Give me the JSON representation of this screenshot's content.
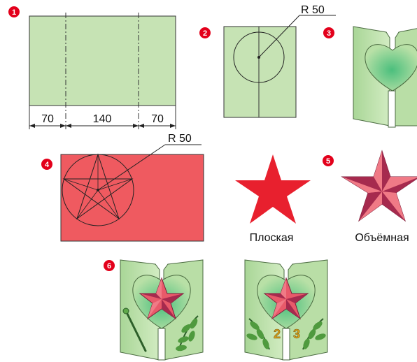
{
  "steps": [
    "1",
    "2",
    "3",
    "4",
    "5",
    "6"
  ],
  "dimensions": [
    "70",
    "140",
    "70"
  ],
  "radius_label": "R 50",
  "star_labels": {
    "flat": "Плоская",
    "volumetric": "Объёмная"
  },
  "card_numbers": [
    "2",
    "3"
  ],
  "colors": {
    "paper_green": "#c6e3b4",
    "card_red": "#ef5a60",
    "star_red": "#e8202e",
    "step_badge": "#e3001b",
    "star_dark": "#a62a4e",
    "leaf_green": "#4f9a3e"
  }
}
